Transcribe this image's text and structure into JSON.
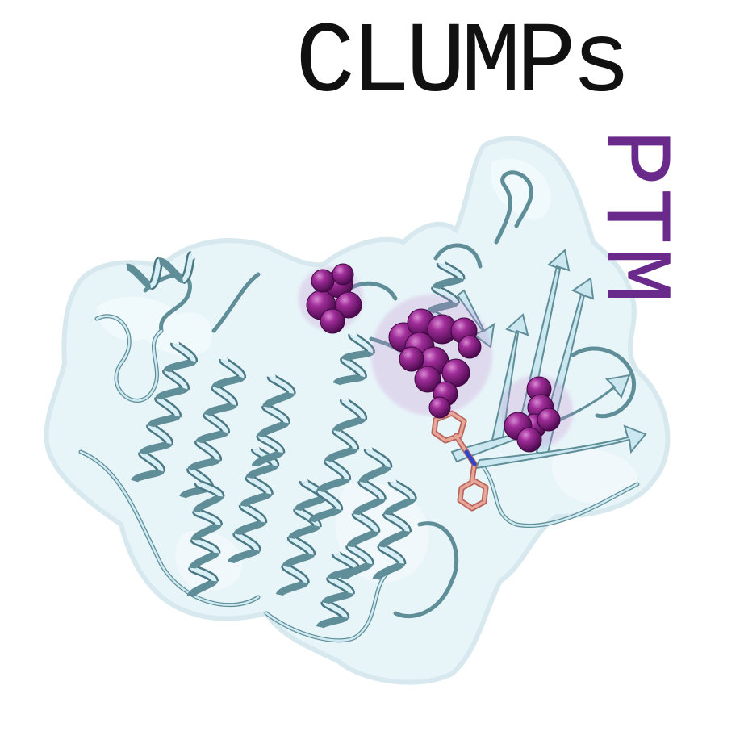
{
  "logo": {
    "title": "CLUMPs",
    "subtitle": "PTM"
  },
  "colors": {
    "title": "#111111",
    "subtitle": "#6a2a8c",
    "surface": "#e6f4f8",
    "surface_edge": "#cfe5ec",
    "ribbon_fill": "#d3ecf2",
    "ribbon_stroke": "#5f8e99",
    "residue_sphere": "#8a1f85",
    "residue_sphere_dark": "#5a0f5a",
    "ligand": "#d98a7e"
  },
  "figure": {
    "style": "protein cartoon on translucent molecular surface",
    "highlighted_clusters": 3,
    "ligand_shown": true
  }
}
